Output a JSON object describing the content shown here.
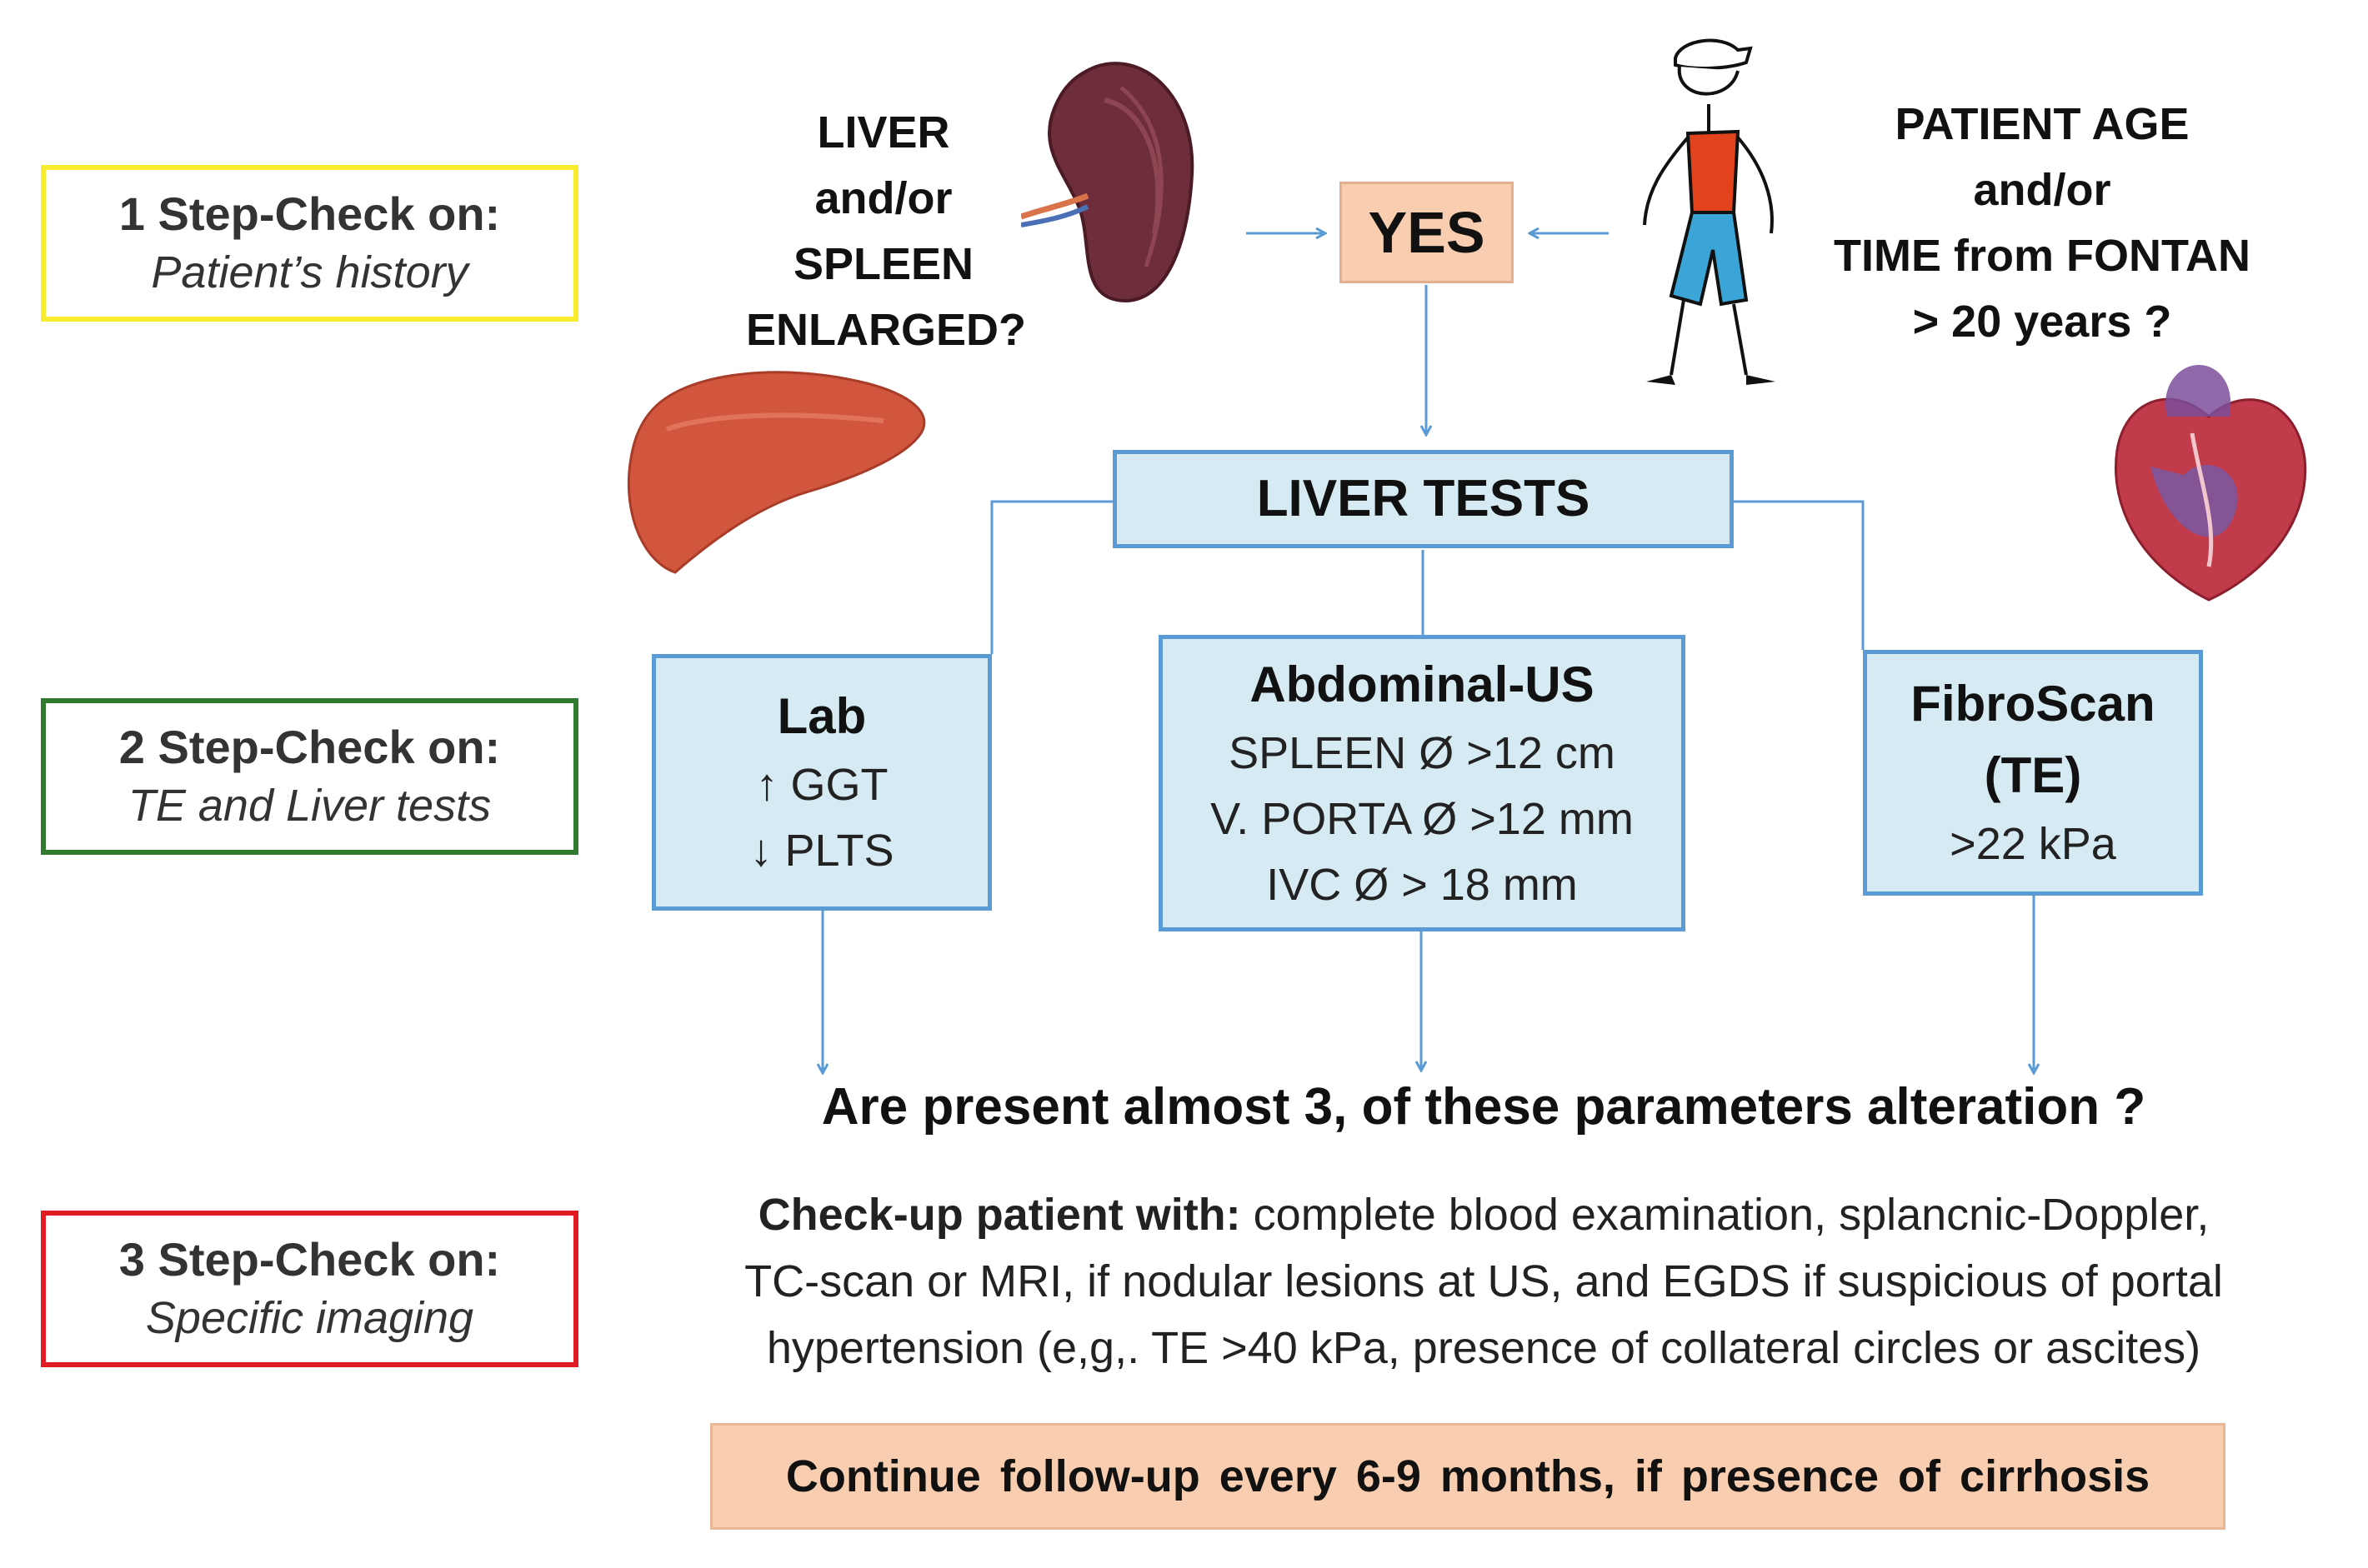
{
  "steps": [
    {
      "title": "1 Step-Check on:",
      "subtitle": "Patient’s history",
      "color": "#f7ec2e"
    },
    {
      "title": "2 Step-Check on:",
      "subtitle": "TE and Liver tests",
      "color": "#2f7a2f"
    },
    {
      "title": "3 Step-Check on:",
      "subtitle": "Specific imaging",
      "color": "#e11b23"
    }
  ],
  "question_left": [
    "LIVER",
    "and/or",
    "SPLEEN",
    "ENLARGED?"
  ],
  "question_right": [
    "PATIENT AGE",
    "and/or",
    "TIME from FONTAN",
    "> 20 years ?"
  ],
  "yes_label": "YES",
  "liver_tests_label": "LIVER TESTS",
  "lab": {
    "title": "Lab",
    "lines": [
      "↑ GGT",
      "↓ PLTS"
    ]
  },
  "abdominal": {
    "title": "Abdominal-US",
    "lines": [
      "SPLEEN Ø >12 cm",
      "V. PORTA  Ø >12 mm",
      "IVC Ø > 18 mm"
    ]
  },
  "fibroscan": {
    "title": "FibroScan",
    "title2": "(TE)",
    "line": ">22 kPa"
  },
  "question": "Are present  almost 3, of these parameters alteration ?",
  "checkup": {
    "bold": "Check-up patient  with:",
    "line1": " complete blood  examination, splancnic-Doppler,",
    "line2": "TC-scan or MRI, if nodular lesions at US, and EGDS if suspicious of portal",
    "line3": "hypertension (e,g,. TE >40 kPa, presence  of collateral circles or ascites)"
  },
  "final": "Continue  follow-up every  6-9 months,  if presence of  cirrhosis",
  "icons": [
    "spleen-icon",
    "liver-icon",
    "patient-figure-icon",
    "heart-icon"
  ],
  "colors": {
    "box_fill": "#d6eaf3",
    "box_border": "#5b9bd5",
    "highlight_fill": "#f9ceb0",
    "arrow": "#5b9bd5"
  }
}
